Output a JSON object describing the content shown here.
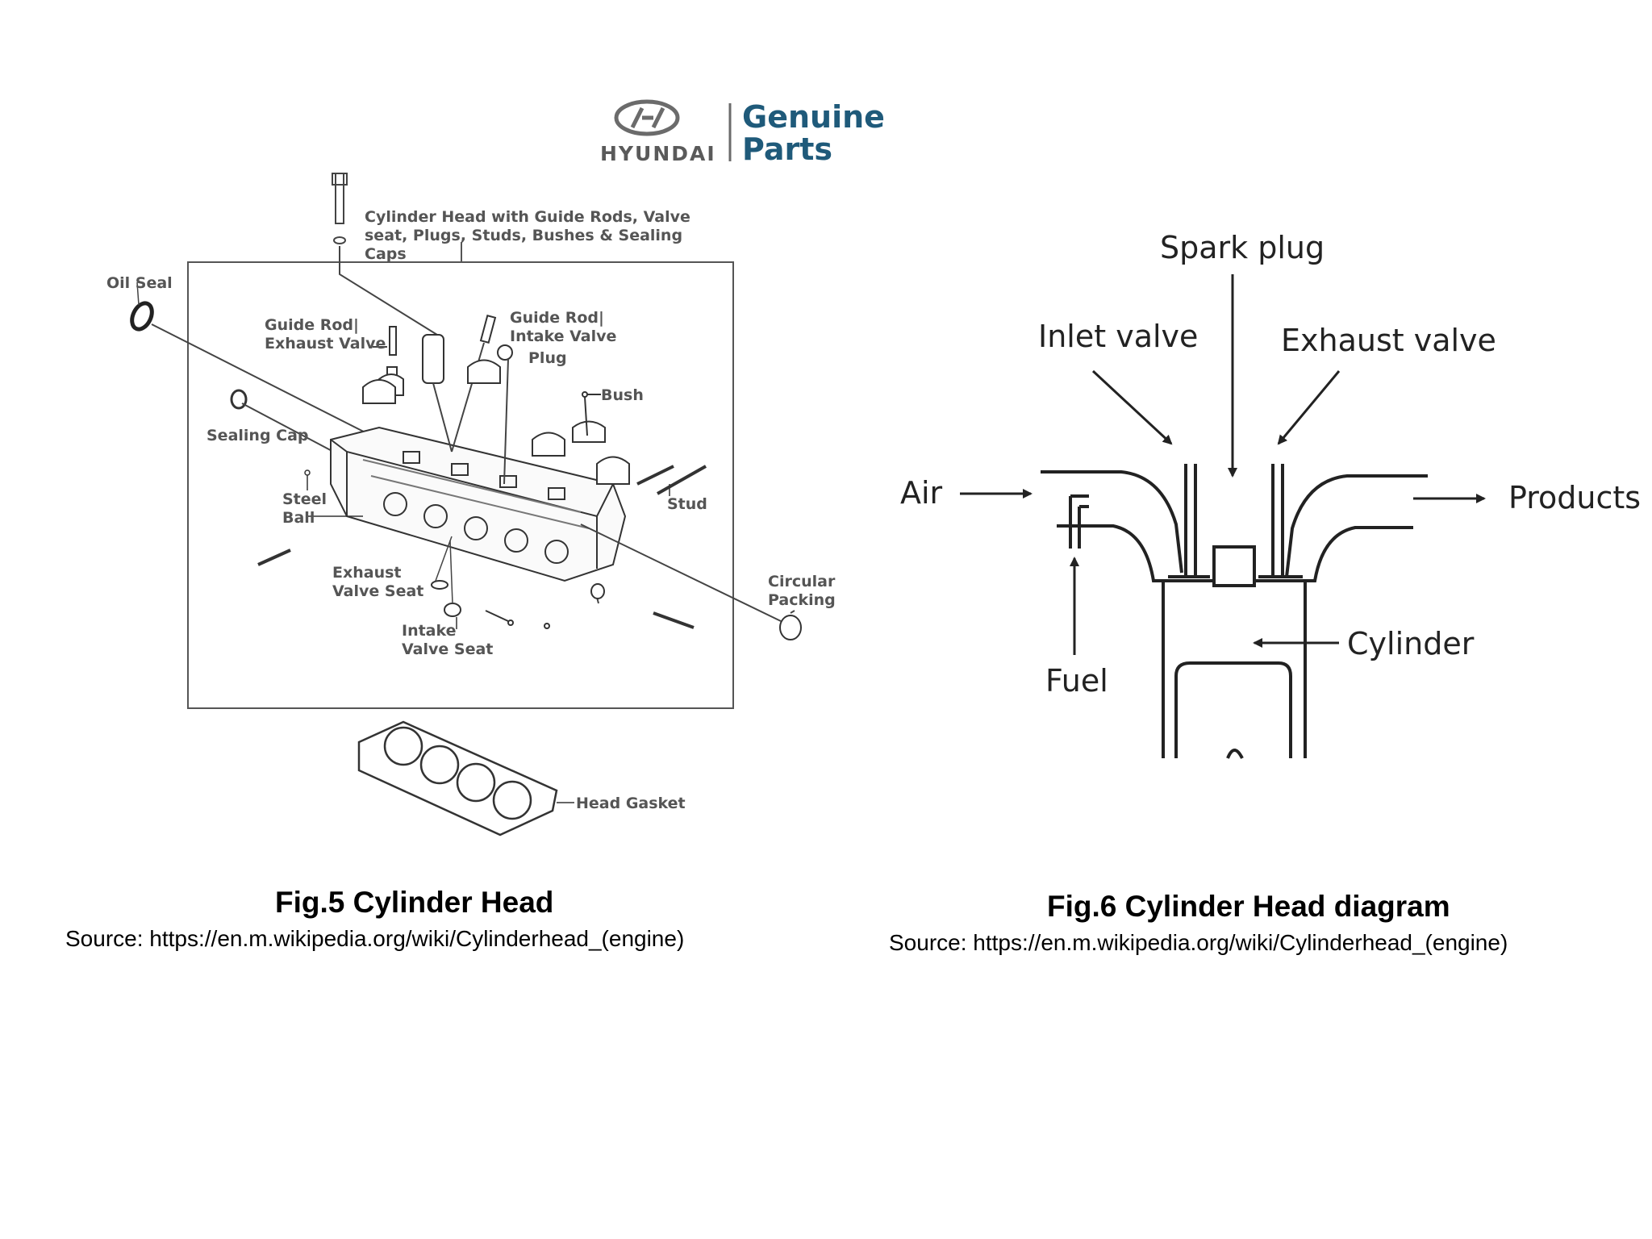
{
  "logo": {
    "brand": "HYUNDAI",
    "line1": "Genuine",
    "line2": "Parts",
    "accent_color": "#1f5a7a"
  },
  "fig5": {
    "labels": {
      "cylinder_head_1": "Cylinder Head with Guide Rods, Valve",
      "cylinder_head_2": "seat, Plugs, Studs, Bushes & Sealing",
      "cylinder_head_3": "Caps",
      "oil_seal": "Oil Seal",
      "guide_rod_exhaust_1": "Guide Rod|",
      "guide_rod_exhaust_2": "Exhaust Valve",
      "guide_rod_intake_1": "Guide Rod|",
      "guide_rod_intake_2": "Intake Valve",
      "plug": "Plug",
      "bush": "Bush",
      "sealing_cap": "Sealing Cap",
      "steel_ball_1": "Steel",
      "steel_ball_2": "Ball",
      "stud": "Stud",
      "exhaust_seat_1": "Exhaust",
      "exhaust_seat_2": "Valve Seat",
      "intake_seat_1": "Intake",
      "intake_seat_2": "Valve Seat",
      "circular_packing_1": "Circular",
      "circular_packing_2": "Packing",
      "head_gasket": "Head Gasket"
    },
    "caption": "Fig.5  Cylinder Head",
    "source": "Source: https://en.m.wikipedia.org/wiki/Cylinderhead_(engine)"
  },
  "fig6": {
    "labels": {
      "spark_plug": "Spark plug",
      "inlet_valve": "Inlet valve",
      "exhaust_valve": "Exhaust valve",
      "air": "Air",
      "products": "Products",
      "cylinder": "Cylinder",
      "fuel": "Fuel"
    },
    "caption": "Fig.6 Cylinder Head diagram",
    "source": "Source: https://en.m.wikipedia.org/wiki/Cylinderhead_(engine)"
  }
}
